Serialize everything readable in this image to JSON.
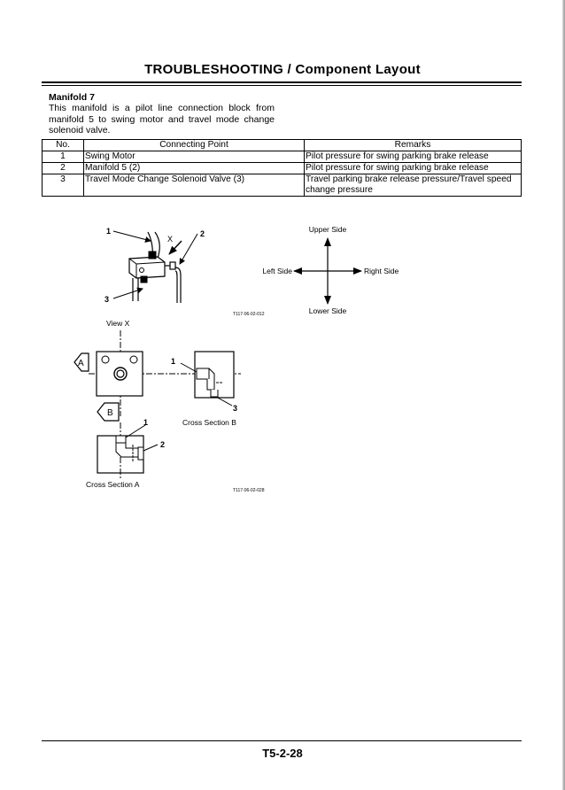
{
  "header": {
    "title": "TROUBLESHOOTING / Component Layout"
  },
  "section": {
    "title": "Manifold 7",
    "description": "This manifold is a pilot line connection block from manifold 5 to swing motor and travel mode change solenoid valve."
  },
  "table": {
    "headers": [
      "No.",
      "Connecting Point",
      "Remarks"
    ],
    "rows": [
      {
        "no": "1",
        "point": "Swing Motor",
        "remarks": "Pilot pressure for swing parking brake release"
      },
      {
        "no": "2",
        "point": "Manifold 5 (2)",
        "remarks": "Pilot pressure for swing parking brake release"
      },
      {
        "no": "3",
        "point": "Travel Mode Change Solenoid Valve (3)",
        "remarks": "Travel parking brake release pressure/Travel speed change pressure"
      }
    ]
  },
  "figure1": {
    "callouts": [
      "1",
      "2",
      "3"
    ],
    "view_marker": "X",
    "code": "T117-06-02-012"
  },
  "orientation": {
    "upper": "Upper Side",
    "lower": "Lower Side",
    "left": "Left Side",
    "right": "Right Side"
  },
  "figure2": {
    "view_label": "View X",
    "section_a_marker": "A",
    "section_b_marker": "B",
    "cross_section_a": "Cross Section A",
    "cross_section_b": "Cross Section B",
    "callouts_a": [
      "1",
      "2"
    ],
    "callouts_b": [
      "1",
      "3"
    ],
    "code": "T117-06-02-028"
  },
  "footer": {
    "page_number": "T5-2-28"
  }
}
